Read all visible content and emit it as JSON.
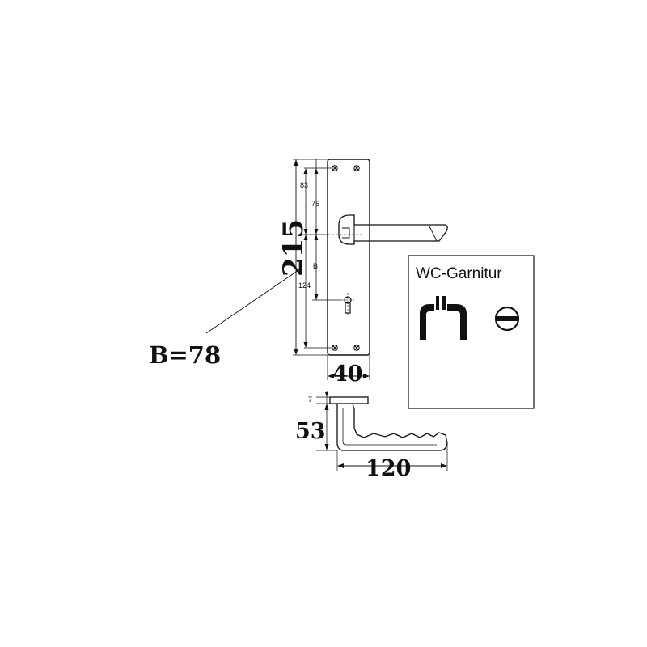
{
  "dimensions": {
    "height_total": "215",
    "dim_83": "83",
    "dim_75": "75",
    "dim_124": "124",
    "dim_b": "B",
    "b_callout": "B=78",
    "width_plate": "40",
    "rose_thickness": "7",
    "handle_height": "53",
    "handle_length": "120"
  },
  "inset": {
    "title": "WC-Garnitur"
  },
  "icons": {
    "handle": "handle-icon",
    "turn_lock": "turn-lock-icon"
  }
}
